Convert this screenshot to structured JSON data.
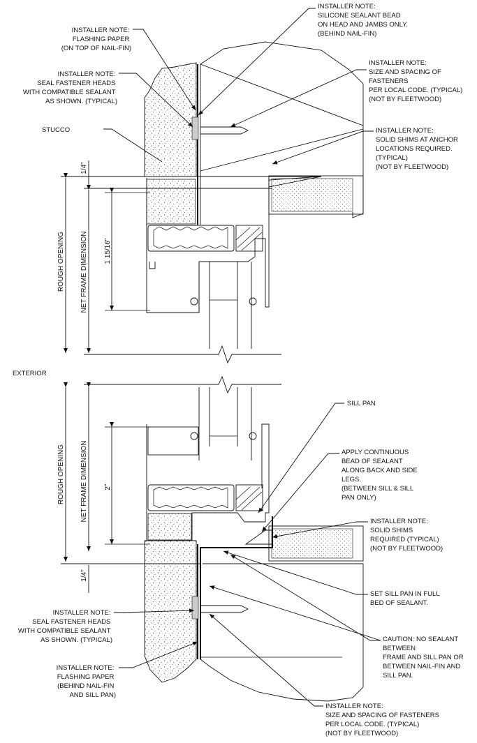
{
  "labels": {
    "exterior": "EXTERIOR",
    "stucco": "STUCCO",
    "rough_opening_top": "ROUGH OPENING",
    "net_frame_top": "NET FRAME DIMENSION",
    "dim_115_16": "1 15/16\"",
    "dim_quarter_top": "1/4\"",
    "rough_opening_bottom": "ROUGH OPENING",
    "net_frame_bottom": "NET FRAME DIMENSION",
    "dim_2": "2\"",
    "dim_quarter_bottom": "1/4\""
  },
  "notes": {
    "flashing_top": [
      "INSTALLER NOTE:",
      "FLASHING PAPER",
      "(ON TOP OF NAIL-FIN)"
    ],
    "seal_top": [
      "INSTALLER NOTE:",
      "SEAL FASTENER HEADS",
      "WITH COMPATIBLE SEALANT",
      "AS SHOWN. (TYPICAL)"
    ],
    "silicone": [
      "INSTALLER NOTE:",
      "SILICONE SEALANT BEAD",
      "ON HEAD AND JAMBS ONLY.",
      "(BEHIND NAIL-FIN)"
    ],
    "fasteners_top": [
      "INSTALLER NOTE:",
      "SIZE AND SPACING OF",
      "FASTENERS",
      "PER LOCAL CODE. (TYPICAL)",
      "(NOT BY FLEETWOOD)"
    ],
    "shims_top": [
      "INSTALLER NOTE:",
      "SOLID SHIMS AT ANCHOR",
      "LOCATIONS REQUIRED.",
      "(TYPICAL)",
      "(NOT BY FLEETWOOD)"
    ],
    "sill_pan": [
      "SILL PAN"
    ],
    "apply_bead": [
      "APPLY CONTINUOUS",
      "BEAD OF SEALANT",
      "ALONG BACK AND SIDE",
      "LEGS.",
      "(BETWEEN SILL & SILL",
      "PAN ONLY)"
    ],
    "shims_bottom": [
      "INSTALLER NOTE:",
      "SOLID SHIMS",
      "REQUIRED (TYPICAL)",
      "(NOT BY FLEETWOOD)"
    ],
    "set_sill_pan": [
      "SET SILL PAN IN FULL",
      "BED OF SEALANT."
    ],
    "caution": [
      "CAUTION: NO SEALANT",
      "BETWEEN",
      "FRAME AND SILL PAN OR",
      "BETWEEN NAIL-FIN AND",
      "SILL PAN."
    ],
    "seal_bottom": [
      "INSTALLER NOTE:",
      "SEAL FASTENER HEADS",
      "WITH COMPATIBLE SEALANT",
      "AS SHOWN. (TYPICAL)"
    ],
    "flashing_bottom": [
      "INSTALLER NOTE:",
      "FLASHING PAPER",
      "(BEHIND NAIL-FIN",
      "AND SILL PAN)"
    ],
    "fasteners_bottom": [
      "INSTALLER NOTE:",
      "SIZE AND SPACING OF FASTENERS",
      "PER LOCAL CODE. (TYPICAL)",
      "(NOT BY FLEETWOOD)"
    ]
  }
}
